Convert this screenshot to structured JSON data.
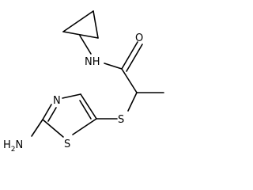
{
  "molecule": {
    "atoms": {
      "amide_o": "O",
      "amide_nh": "NH",
      "thioether_s": "S",
      "thiazole_n": "N",
      "thiazole_s": "S",
      "amine": "H2N"
    }
  },
  "colors": {
    "bond": "#000000",
    "label": "#000000",
    "background": "#ffffff"
  }
}
